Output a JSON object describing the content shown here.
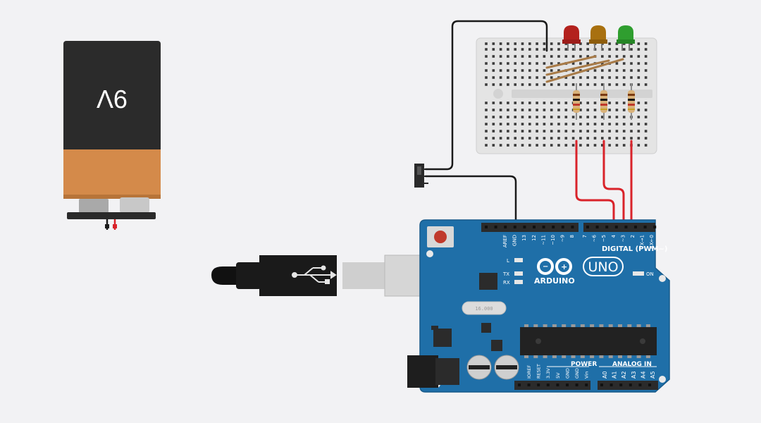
{
  "battery": {
    "label": "9V"
  },
  "arduino": {
    "brand": "ARDUINO",
    "model": "UNO",
    "digital_header_label": "DIGITAL (PWM~)",
    "power_label": "POWER",
    "analog_label": "ANALOG IN",
    "on_label": "ON",
    "led_l": "L",
    "led_tx": "TX",
    "led_rx": "RX",
    "crystal_text": "16.000",
    "top_pins_left": [
      "AREF",
      "GND",
      "13",
      "12",
      "~11",
      "~10",
      "~9",
      "8"
    ],
    "top_pins_right": [
      "7",
      "~6",
      "~5",
      "4",
      "~3",
      "2",
      "TX→1",
      "RX←0"
    ],
    "power_pins": [
      "IOREF",
      "RESET",
      "3.3V",
      "5V",
      "GND",
      "GND",
      "Vin"
    ],
    "analog_pins": [
      "A0",
      "A1",
      "A2",
      "A3",
      "A4",
      "A5"
    ]
  },
  "leds": [
    {
      "name": "red-led",
      "color": "#b3211d"
    },
    {
      "name": "yellow-led",
      "color": "#a8700f"
    },
    {
      "name": "green-led",
      "color": "#2f9e2f"
    }
  ],
  "colors": {
    "board": "#1f6fa8",
    "wire_red": "#d9232a",
    "wire_black": "#1a1a1a",
    "battery_body": "#2b2b2b",
    "battery_band": "#d48a4a"
  }
}
